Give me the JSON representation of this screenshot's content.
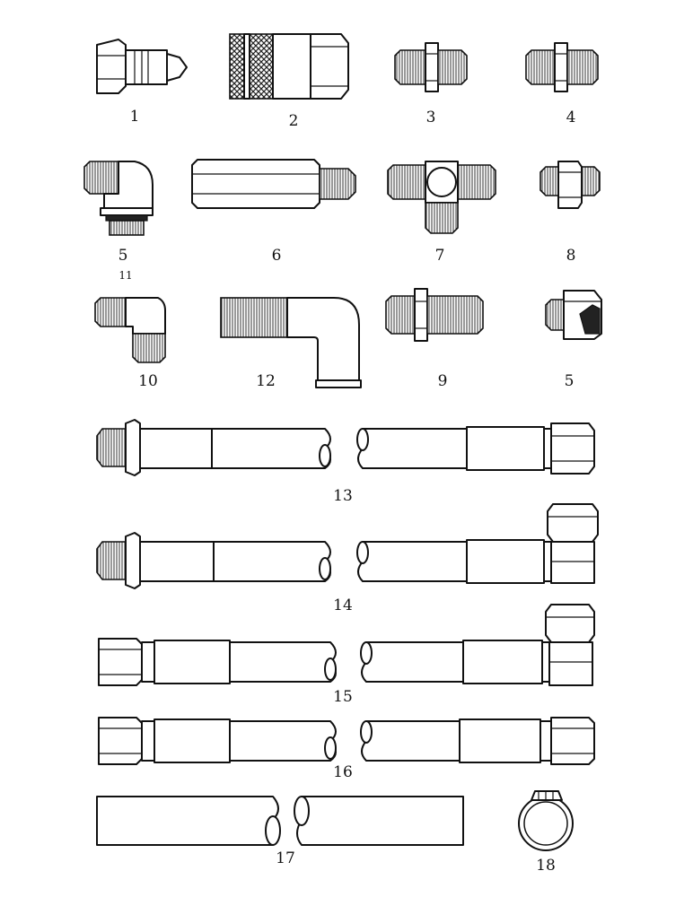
{
  "figure": {
    "labels": {
      "l1": "1",
      "l2": "2",
      "l3": "3",
      "l4": "4",
      "l5a": "5",
      "l5a_sub": "11",
      "l6": "6",
      "l7": "7",
      "l8": "8",
      "l10": "10",
      "l12": "12",
      "l9": "9",
      "l5b": "5",
      "l13": "13",
      "l14": "14",
      "l15": "15",
      "l16": "16",
      "l17": "17",
      "l18": "18"
    }
  }
}
